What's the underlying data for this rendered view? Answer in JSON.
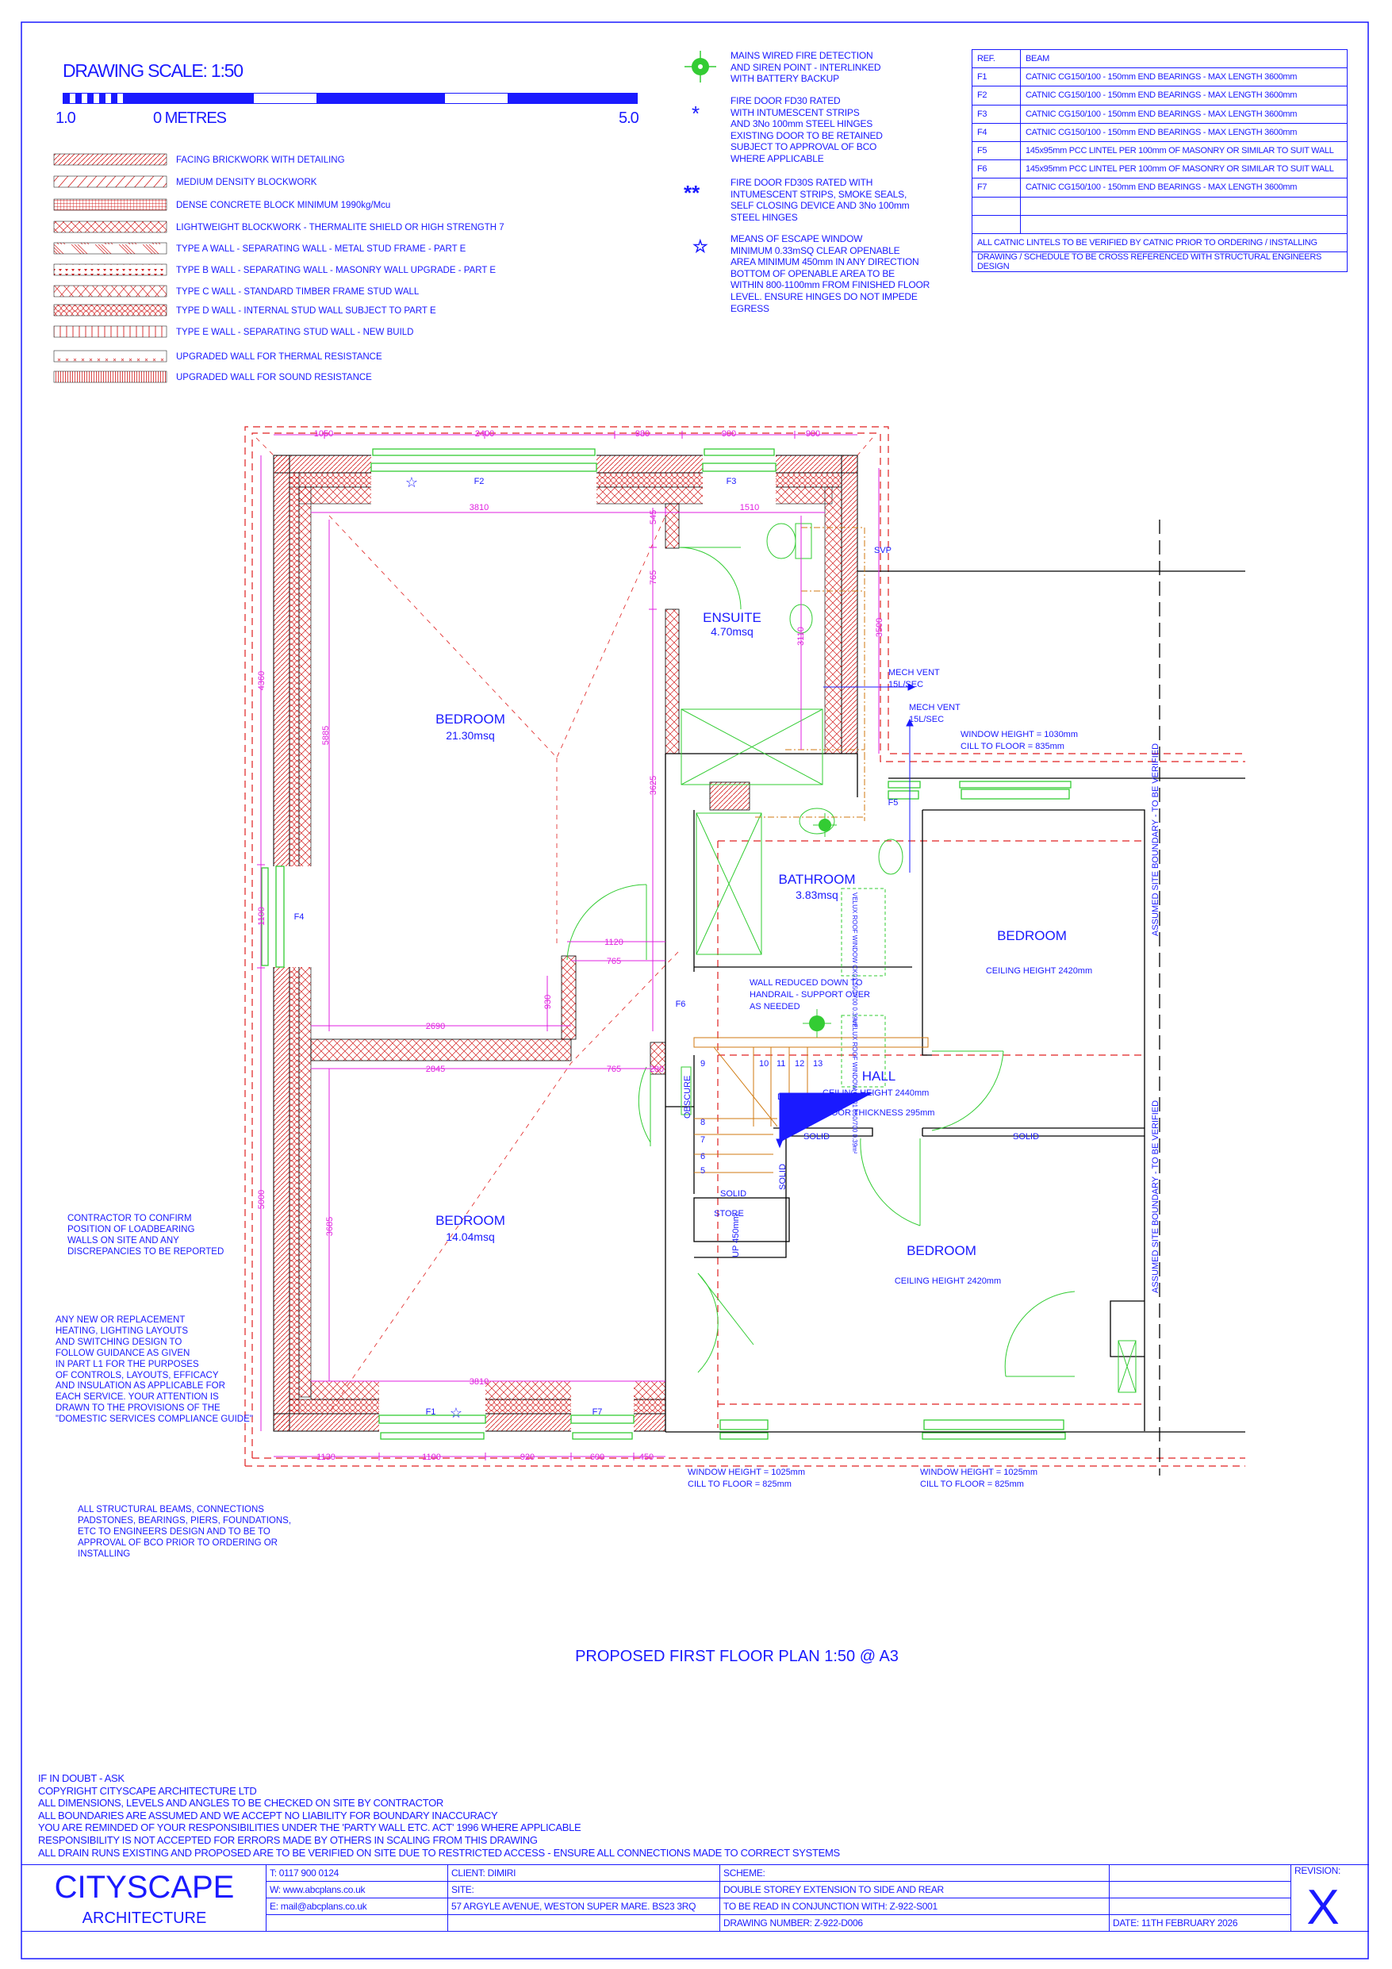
{
  "scale": {
    "title": "DRAWING SCALE: 1:50",
    "left_label": "1.0",
    "zero_label": "0 METRES",
    "right_label": "5.0"
  },
  "legend": [
    "FACING BRICKWORK WITH DETAILING",
    "MEDIUM DENSITY BLOCKWORK",
    "DENSE CONCRETE BLOCK MINIMUM 1990kg/Mcu",
    "LIGHTWEIGHT BLOCKWORK - THERMALITE SHIELD OR HIGH STRENGTH 7",
    "TYPE A WALL - SEPARATING WALL - METAL STUD FRAME - PART E",
    "TYPE B WALL - SEPARATING WALL - MASONRY WALL UPGRADE - PART E",
    "TYPE C WALL - STANDARD TIMBER FRAME STUD WALL",
    "TYPE D WALL - INTERNAL STUD WALL SUBJECT TO PART E",
    "TYPE E WALL - SEPARATING STUD WALL - NEW BUILD",
    "UPGRADED WALL FOR THERMAL RESISTANCE",
    "UPGRADED WALL FOR SOUND RESISTANCE"
  ],
  "symbols": [
    {
      "icon": "fire-detector-icon",
      "text": "MAINS WIRED FIRE DETECTION\nAND SIREN POINT - INTERLINKED\nWITH BATTERY BACKUP"
    },
    {
      "icon": "asterisk-icon",
      "glyph": "*",
      "text": "FIRE DOOR FD30 RATED\nWITH INTUMESCENT STRIPS\nAND 3No 100mm STEEL HINGES\nEXISTING DOOR TO BE RETAINED\nSUBJECT TO APPROVAL OF BCO\nWHERE APPLICABLE"
    },
    {
      "icon": "double-asterisk-icon",
      "glyph": "**",
      "text": "FIRE DOOR FD30S RATED WITH\nINTUMESCENT STRIPS, SMOKE SEALS,\nSELF CLOSING DEVICE AND 3No 100mm\nSTEEL HINGES"
    },
    {
      "icon": "star-icon",
      "glyph": "☆",
      "text": "MEANS OF ESCAPE WINDOW\nMINIMUM 0.33mSQ CLEAR OPENABLE\nAREA MINIMUM 450mm IN ANY DIRECTION\nBOTTOM OF OPENABLE AREA TO BE\nWITHIN 800-1100mm FROM FINISHED FLOOR\nLEVEL. ENSURE HINGES DO NOT IMPEDE\nEGRESS"
    }
  ],
  "beam_table": {
    "headers": [
      "REF.",
      "BEAM"
    ],
    "rows": [
      [
        "F1",
        "CATNIC CG150/100 - 150mm END BEARINGS - MAX LENGTH 3600mm"
      ],
      [
        "F2",
        "CATNIC CG150/100 - 150mm END BEARINGS - MAX LENGTH 3600mm"
      ],
      [
        "F3",
        "CATNIC CG150/100 - 150mm END BEARINGS - MAX LENGTH 3600mm"
      ],
      [
        "F4",
        "CATNIC CG150/100 - 150mm END BEARINGS - MAX LENGTH 3600mm"
      ],
      [
        "F5",
        "145x95mm PCC LINTEL PER 100mm OF MASONRY OR SIMILAR TO SUIT WALL"
      ],
      [
        "F6",
        "145x95mm PCC LINTEL PER 100mm OF MASONRY OR SIMILAR TO SUIT WALL"
      ],
      [
        "F7",
        "CATNIC CG150/100 - 150mm END BEARINGS - MAX LENGTH 3600mm"
      ]
    ],
    "notes": [
      "ALL CATNIC LINTELS TO BE VERIFIED BY CATNIC PRIOR TO ORDERING / INSTALLING",
      "DRAWING / SCHEDULE TO BE CROSS REFERENCED WITH STRUCTURAL ENGINEERS DESIGN"
    ]
  },
  "side_notes": {
    "loadbearing": "CONTRACTOR TO CONFIRM\nPOSITION OF LOADBEARING\nWALLS ON SITE AND ANY\nDISCREPANCIES TO BE REPORTED",
    "services": "ANY NEW OR REPLACEMENT\nHEATING, LIGHTING LAYOUTS\nAND SWITCHING DESIGN TO\nFOLLOW GUIDANCE AS GIVEN\nIN PART L1 FOR THE PURPOSES\nOF CONTROLS, LAYOUTS, EFFICACY\nAND INSULATION AS APPLICABLE FOR\nEACH SERVICE. YOUR ATTENTION IS\nDRAWN TO THE PROVISIONS OF THE\n\"DOMESTIC SERVICES COMPLIANCE GUIDE\"",
    "structural": "ALL STRUCTURAL BEAMS, CONNECTIONS\nPADSTONES, BEARINGS, PIERS, FOUNDATIONS,\nETC TO ENGINEERS DESIGN AND TO BE TO\nAPPROVAL OF BCO PRIOR TO ORDERING OR\nINSTALLING"
  },
  "plan": {
    "rooms": {
      "bedroom1": "BEDROOM",
      "bedroom1_area": "21.30msq",
      "ensuite": "ENSUITE",
      "ensuite_area": "4.70msq",
      "bathroom": "BATHROOM",
      "bathroom_area": "3.83msq",
      "bedroom2": "BEDROOM",
      "bedroom2_ceiling": "CEILING HEIGHT 2420mm",
      "bedroom3": "BEDROOM",
      "bedroom3_area": "14.04msq",
      "bedroom4": "BEDROOM",
      "bedroom4_ceiling": "CEILING HEIGHT 2420mm",
      "hall": "HALL",
      "hall_ceiling": "CEILING HEIGHT 2440mm",
      "floor_thickness": "FLOOR THICKNESS 295mm",
      "store": "STORE"
    },
    "dims": {
      "top": [
        "1050",
        "2400",
        "980",
        "900",
        "900"
      ],
      "bottom": [
        "1130",
        "1100",
        "920",
        "600",
        "450"
      ],
      "b1_width": "3810",
      "ens_width": "1510",
      "d545": "545",
      "d765v": "765",
      "d3625": "3625",
      "d5885": "5885",
      "d4360": "4360",
      "d1100": "1100",
      "d5000": "5000",
      "d3685": "3685",
      "d3500": "3500",
      "d3110": "3110",
      "d1120": "1120",
      "d765a": "765",
      "d930": "930",
      "d2690": "2690",
      "d2845": "2845",
      "d765b": "765",
      "d200": "200",
      "b3_width": "3810"
    },
    "refs": {
      "f1": "F1",
      "f2": "F2",
      "f3": "F3",
      "f4": "F4",
      "f5": "F5",
      "f6": "F6",
      "f7": "F7"
    },
    "labels": {
      "svp": "SVP",
      "mech_vent1": "MECH VENT",
      "mech_vent1_rate": "15L/SEC",
      "mech_vent2": "MECH VENT",
      "mech_vent2_rate": "15L/SEC",
      "win_top_height": "WINDOW HEIGHT = 1030mm",
      "win_top_cill": "CILL TO FLOOR = 835mm",
      "win_bl_height": "WINDOW HEIGHT = 1025mm",
      "win_bl_cill": "CILL TO FLOOR = 825mm",
      "win_br_height": "WINDOW HEIGHT = 1025mm",
      "win_br_cill": "CILL TO FLOOR = 825mm",
      "wall_reduced": "WALL REDUCED DOWN TO",
      "wall_reduced2": "HANDRAIL - SUPPORT OVER",
      "wall_reduced3": "AS NEEDED",
      "down": "DOWN",
      "obscure": "OBSCURE",
      "up": "UP 450mm",
      "solid1": "SOLID",
      "solid2": "SOLID",
      "solid3": "SOLID",
      "solid4": "SOLID",
      "site_boundary": "ASSUMED SITE BOUNDARY - TO BE VERIFIED",
      "velux": "VELUX ROOF WINDOW CK01 550/700 0.39m²"
    },
    "steps": [
      "5",
      "6",
      "7",
      "8",
      "9",
      "10",
      "11",
      "12",
      "13"
    ]
  },
  "drawing_title": "PROPOSED FIRST FLOOR PLAN 1:50 @ A3",
  "general_notes": "IF IN DOUBT - ASK\nCOPYRIGHT CITYSCAPE ARCHITECTURE LTD\nALL DIMENSIONS, LEVELS AND ANGLES TO BE CHECKED ON SITE BY CONTRACTOR\nALL BOUNDARIES ARE ASSUMED AND WE ACCEPT NO LIABILITY FOR BOUNDARY INACCURACY\nYOU ARE REMINDED OF YOUR RESPONSIBILITIES UNDER THE 'PARTY WALL ETC. ACT' 1996 WHERE APPLICABLE\nRESPONSIBILITY IS NOT ACCEPTED FOR ERRORS MADE BY OTHERS IN SCALING FROM THIS DRAWING\nALL DRAIN RUNS EXISTING AND PROPOSED ARE TO BE VERIFIED ON SITE DUE TO RESTRICTED ACCESS - ENSURE ALL CONNECTIONS MADE TO CORRECT SYSTEMS",
  "title_block": {
    "company": "CITYSCAPE",
    "company_sub": "ARCHITECTURE",
    "phone": "T: 0117 900 0124",
    "web": "W:  www.abcplans.co.uk",
    "email": "E: mail@abcplans.co.uk",
    "client": "CLIENT: DIMIRI",
    "site_label": "SITE:",
    "site": "57 ARGYLE AVENUE, WESTON SUPER MARE. BS23 3RQ",
    "scheme_label": "SCHEME:",
    "scheme": "DOUBLE STOREY EXTENSION TO SIDE AND REAR",
    "conjunction": "TO BE READ IN CONJUNCTION WITH: Z-922-S001",
    "drawing_number": "DRAWING NUMBER: Z-922-D006",
    "date": "DATE: 11TH FEBRUARY 2026",
    "revision_label": "REVISION:",
    "revision": "X"
  },
  "colors": {
    "text": "#1a1aff",
    "wall_hatch": "#d42020",
    "fixtures": "#33cc33",
    "dimensions": "#e020e0",
    "services": "#d07a10"
  }
}
